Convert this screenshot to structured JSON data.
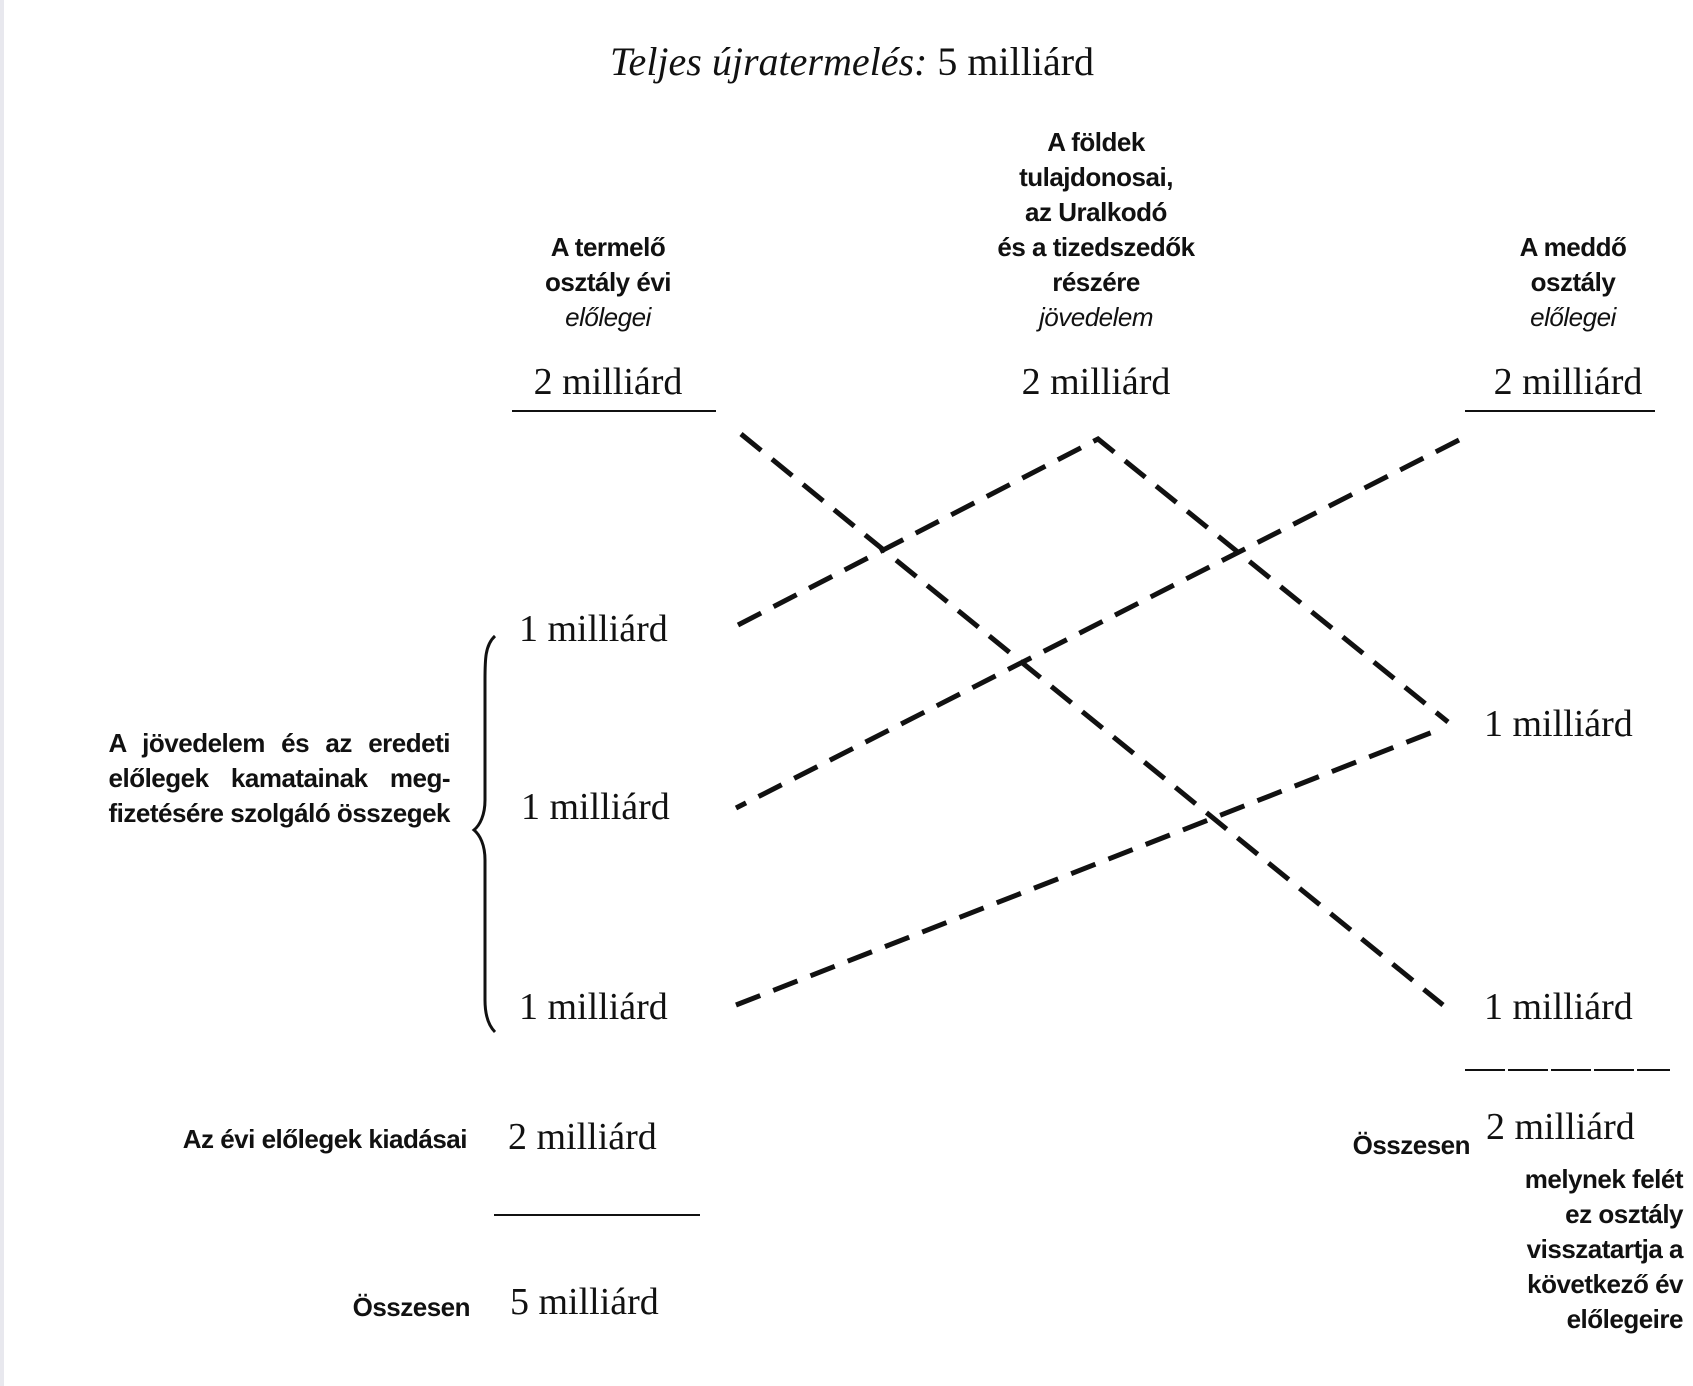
{
  "title": {
    "italic": "Teljes újratermelés:",
    "value": "5 milliárd"
  },
  "columns": {
    "productive": {
      "lines": [
        "A termelő",
        "osztály évi"
      ],
      "italic": "előlegei",
      "amount": "2 milliárd"
    },
    "proprietors": {
      "lines": [
        "A földek",
        "tulajdonosai,",
        "az Uralkodó",
        "és a tizedszedők",
        "részére"
      ],
      "italic": "jövedelem",
      "amount": "2 milliárd"
    },
    "sterile": {
      "lines": [
        "A meddő",
        "osztály"
      ],
      "italic": "előlegei",
      "amount": "2 milliárd"
    }
  },
  "left_amounts": [
    "1 milliárd",
    "1 milliárd",
    "1 milliárd"
  ],
  "brace_label": [
    "A jövedelem és az eredeti",
    "előlegek kamatainak meg-",
    "fizetésére szolgáló összegek"
  ],
  "right_amounts": [
    "1 milliárd",
    "1 milliárd"
  ],
  "annual_advances": {
    "label": "Az évi előlegek kiadásai",
    "amount": "2 milliárd"
  },
  "total_left": {
    "label": "Összesen",
    "amount": "5 milliárd"
  },
  "total_right": {
    "label": "Összesen",
    "amount": "2 milliárd"
  },
  "right_note": [
    "melynek felét",
    "ez osztály",
    "visszatartja a",
    "következő év",
    "előlegeire"
  ]
}
